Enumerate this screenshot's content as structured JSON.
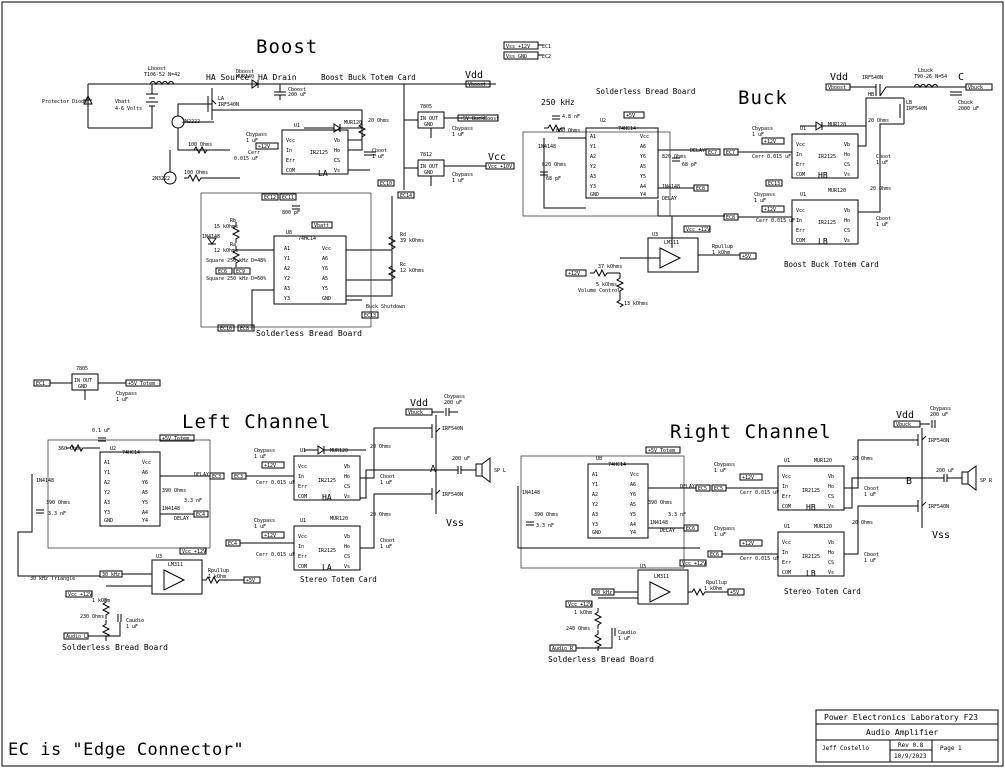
{
  "sheet": {
    "sections": {
      "boost": "Boost",
      "buck": "Buck",
      "left": "Left Channel",
      "right": "Right Channel"
    },
    "power_rails": {
      "vdd": "Vdd",
      "vcc": "Vcc",
      "vss": "Vss"
    },
    "footer_note": "EC is \"Edge Connector\"",
    "boost_labels": {
      "ha_source": "HA Source",
      "ha_drain": "HA Drain",
      "totem_card": "Boost Buck Totem Card",
      "breadboard": "Solderless Bread Board",
      "protector": "Protector Diode",
      "vbatt": "Vbatt",
      "vbatt_v": "4-6 Volts",
      "lboost": "Lboost",
      "lboost_spec": "T106-52 N=42",
      "dboost": "Dboost",
      "dboost_part": "MUR140",
      "cboost_out": "Cboost",
      "cboost_out_val": "200 uF",
      "q1": "2N2222",
      "q2": "2N3222",
      "r100a": "100 Ohms",
      "r100b": "100 Ohms",
      "la_fet": "IRF540N",
      "la_tag": "LA",
      "reg1": "7805",
      "reg2": "7812",
      "reg_in_out": "IN OUT",
      "reg_gnd": "GND",
      "buck_boost": "+5V BuckBoost",
      "vcc_tag": "Vcc +10V",
      "vdd_tag": "Vboost",
      "ec_tag": "EC",
      "square_250_a": "Square 250 kHz D=48%",
      "square_250_b": "Square 250 kHz D=60%",
      "rb": "Rb",
      "rb_val": "15 kOhms",
      "ra": "Ra",
      "ra_val": "12 kOhms",
      "d_1n": "1N4148",
      "ic_74": "74HC14",
      "c800p": "800 pF",
      "rd": "Rd",
      "rd_val": "39 kOhms",
      "rc": "Rc",
      "rc_val": "12 kOhms",
      "shutdown": "Buck Shutdown",
      "vbatt_tag": "Vbatt"
    },
    "buck_labels": {
      "freq": "250 kHz",
      "bread": "Solderless Bread Board",
      "totem": "Boost Buck Totem Card",
      "c48": "4.8 nF",
      "r800": "800 Ohms",
      "r820": "820 Ohms",
      "c68a": "68 pF",
      "c68b": "68 pF",
      "delay": "DELAY",
      "lm": "LM311",
      "vc": "Volume Control",
      "r37": "37 kOhms",
      "r5k": "5 kOhms",
      "r13": "13 kOhms",
      "pullup": "Rpullup",
      "pullup_v": "1 kOhm",
      "hb": "HB",
      "lb": "LB",
      "lbuck": "Lbuck",
      "lbuck_spec": "T90-26 N=54",
      "cbuck": "Cbuck",
      "cbuck_v": "2000 uF",
      "hb_fet": "IRF540N",
      "lb_fet": "IRF540N",
      "c_tag": "C",
      "vbuck": "Vbuck",
      "vboost": "Vboost",
      "plus5": "+5V",
      "plus12": "+12V",
      "vcc12": "Vcc +12V"
    },
    "channel_labels": {
      "reg": "7805",
      "ec1": "EC1",
      "totem": "+5V Totem",
      "cbypass": "Cbypass",
      "cbypass_v": "1 uF",
      "c200": "200 uF",
      "r360": "360 Ohms",
      "c01": "0.1 uF",
      "r390": "390 Ohms",
      "c33": "3.3 nF",
      "delay": "DELAY",
      "tri": "30 kHz Triangle",
      "r1k": "1 kOhm",
      "r230": "230 Ohms",
      "r240": "240 Ohms",
      "caudio": "Caudio",
      "caudio_v": "1 uF",
      "audio_l": "Audio L",
      "audio_r": "Audio R",
      "stereo": "Stereo Totem Card",
      "sp_l": "SP L",
      "sp_r": "SP R",
      "out_a": "A",
      "out_b": "B",
      "ha": "HA",
      "la": "LA",
      "hb": "HB",
      "lb": "LB",
      "ic": "IR2125",
      "mur": "MUR120",
      "cboot": "Cboot",
      "r20": "20 Ohms",
      "cerr": "Cerr 0.015 uF",
      "vbuck": "Vbuck",
      "fet": "IRF540N",
      "totem_r": "+5V Totem",
      "bread": "Solderless Bread Board",
      "hz30": "30 kHz"
    },
    "title_block": {
      "lab": "Power Electronics Laboratory F23",
      "title": "Audio Amplifier",
      "author": "Jeff Costello",
      "rev": "Rev 0.8",
      "date": "10/9/2023",
      "page": "Page 1"
    },
    "vss_labels": {
      "gnd1": "Vss +12V",
      "gnd2": "Vss GND",
      "tag1": "EC1",
      "tag2": "EC2"
    }
  }
}
